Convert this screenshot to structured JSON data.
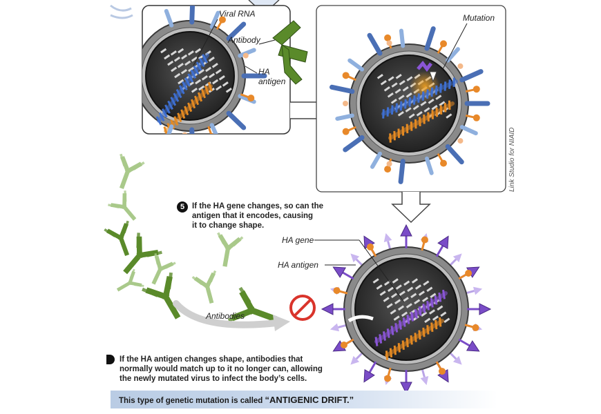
{
  "labels": {
    "viral_rna": "Viral RNA",
    "antibody": "Antibody",
    "ha_antigen_top": "HA antigen",
    "mutation": "Mutation",
    "ha_gene": "HA gene",
    "ha_antigen_bottom": "HA antigen",
    "antibodies": "Antibodies"
  },
  "credit": "Link Studio for NIAID",
  "step5": {
    "number": "5",
    "lines": [
      "If the HA gene changes, so can the",
      "antigen that it encodes, causing",
      "it to change shape."
    ]
  },
  "step6": {
    "lines": [
      "If the HA antigen changes shape, antibodies that",
      "normally would match up to it no longer can, allowing",
      "the newly mutated virus to infect the body’s cells."
    ]
  },
  "footer": {
    "prefix": "This type of genetic mutation is called ",
    "emphasis": "“ANTIGENIC DRIFT.”"
  },
  "colors": {
    "spike_blue": "#4a6fb5",
    "spike_light_blue": "#8fb0de",
    "spike_orange": "#e8892a",
    "spike_purple": "#7a4cc7",
    "antibody_green": "#5a8a2a",
    "antibody_light_green": "#a9c98a",
    "rna_blue": "#3e6fd1",
    "rna_orange": "#e58a22",
    "rna_purple": "#8a55d6",
    "block_red": "#d9342b",
    "footer_bg": "#c4d5ec"
  },
  "icons": [
    "no-entry-icon",
    "step-5-badge-icon",
    "step-6-badge-icon"
  ]
}
